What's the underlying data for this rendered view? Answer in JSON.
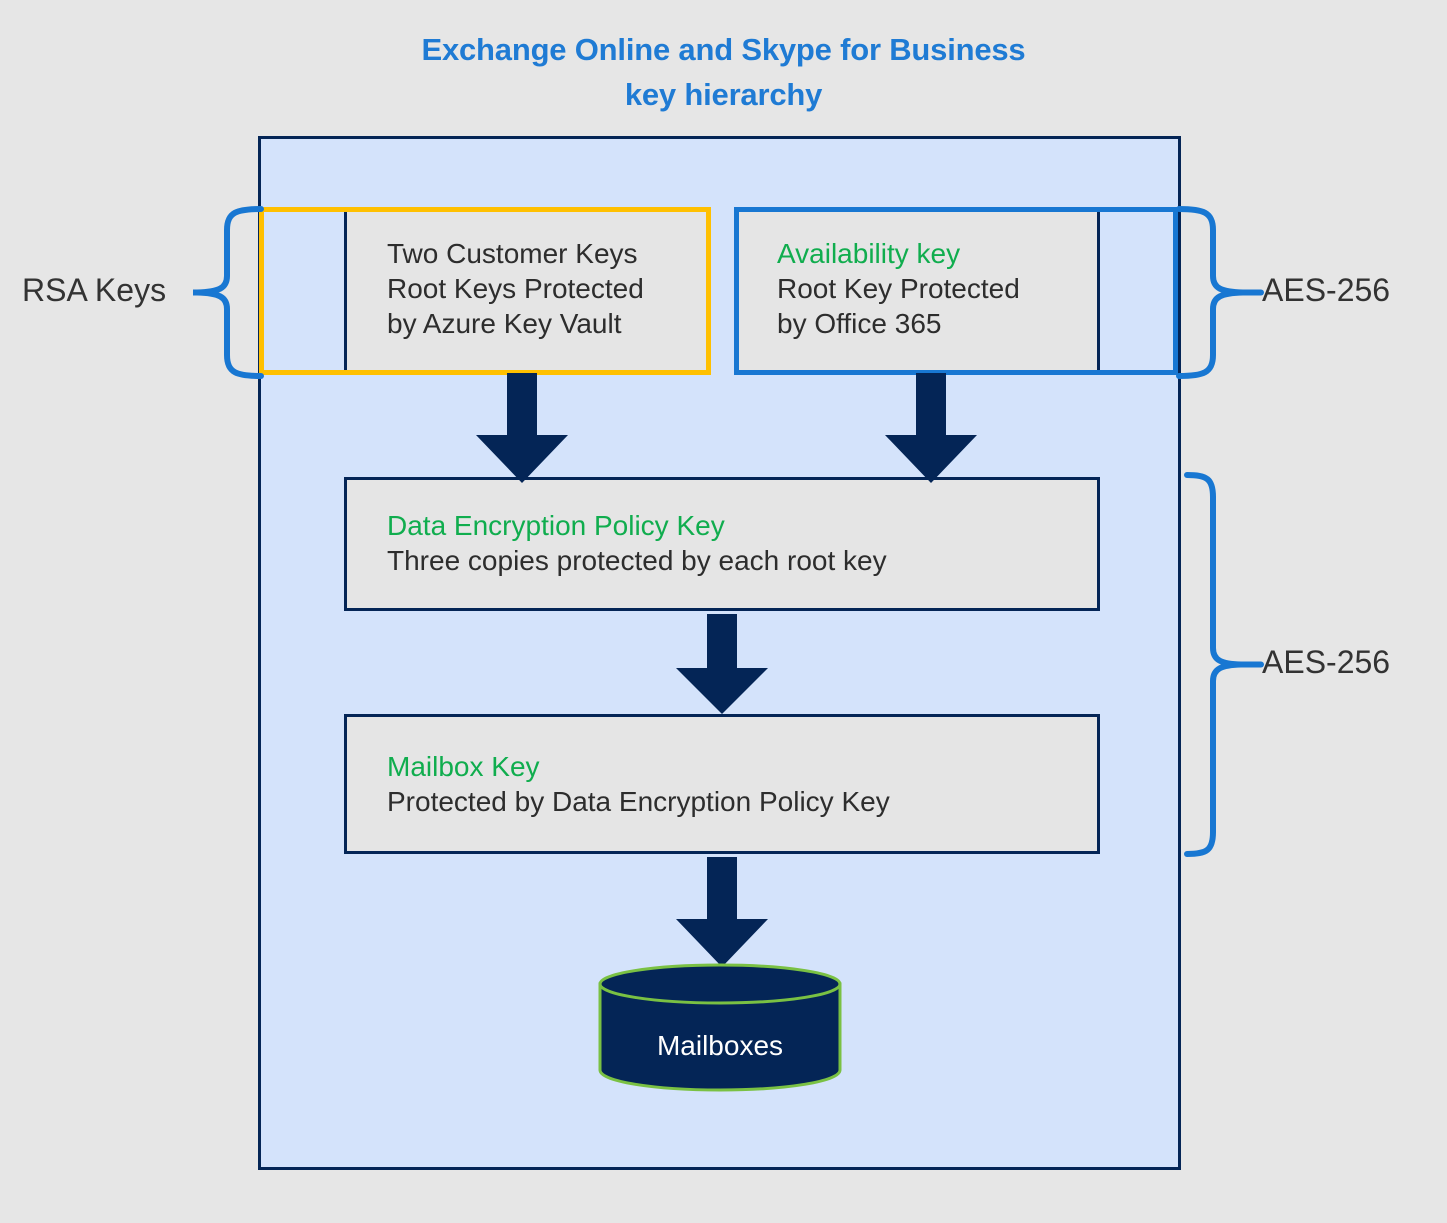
{
  "title": {
    "line1": "Exchange Online and Skype for Business",
    "line2": "key hierarchy",
    "color": "#1f7bd4"
  },
  "colors": {
    "page_background": "#e6e6e6",
    "container_fill": "#d4e3fb",
    "container_border": "#042556",
    "box_fill": "#e5e5e5",
    "accent_green": "#10ad4e",
    "accent_yellow": "#ffc000",
    "accent_blue": "#1877d2",
    "arrow_navy": "#042556",
    "cylinder_fill": "#042556",
    "cylinder_stroke": "#7ac143",
    "body_text": "#2d2d2d",
    "label_text": "#333333"
  },
  "boxes": {
    "customer_keys": {
      "heading_prefix": "Two ",
      "heading": "Customer Keys",
      "line2": "Root Keys Protected",
      "line3": "by Azure Key Vault",
      "frame_color": "#ffc000"
    },
    "availability_key": {
      "heading": "Availability key",
      "line2": "Root Key Protected",
      "line3": "by Office 365",
      "frame_color": "#1877d2"
    },
    "data_encryption_policy_key": {
      "heading": "Data Encryption Policy Key",
      "line2": "Three copies protected by each root key"
    },
    "mailbox_key": {
      "heading": "Mailbox Key",
      "line2": "Protected by Data Encryption Policy Key"
    }
  },
  "datastore": {
    "label": "Mailboxes"
  },
  "annotations": {
    "rsa_keys": "RSA Keys",
    "aes_256_top": "AES-256",
    "aes_256_middle": "AES-256"
  },
  "icons": {
    "brace_left": "curly-brace-left-icon",
    "brace_right_top": "curly-brace-right-icon",
    "brace_right_middle": "curly-brace-right-icon",
    "arrow_customer_to_depk": "down-arrow-icon",
    "arrow_availability_to_depk": "down-arrow-icon",
    "arrow_depk_to_mailbox_key": "down-arrow-icon",
    "arrow_mailbox_key_to_mailboxes": "down-arrow-icon",
    "mailboxes_cylinder": "database-cylinder-icon"
  }
}
